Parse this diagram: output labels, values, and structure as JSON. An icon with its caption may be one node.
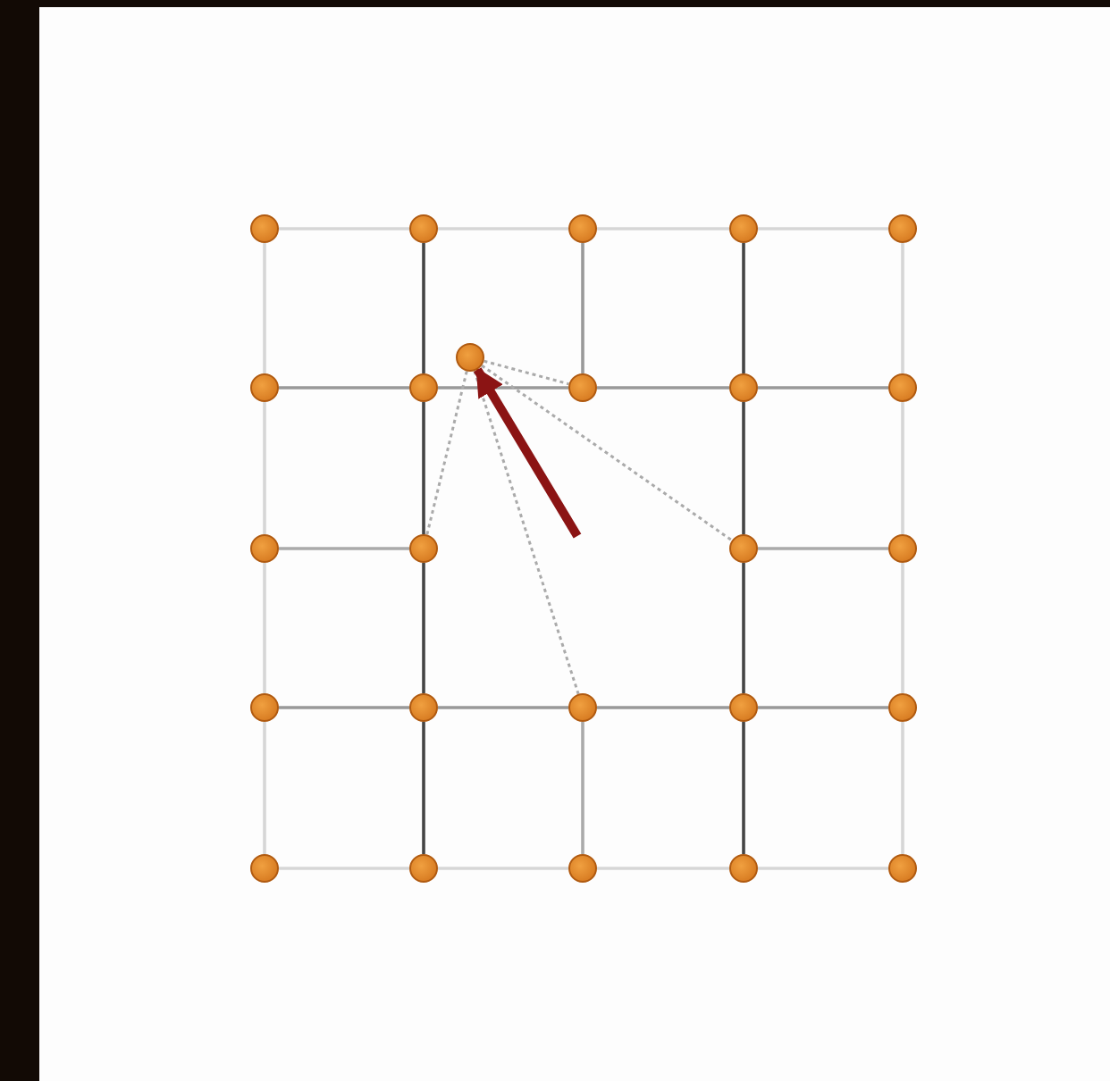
{
  "diagram": {
    "nodes": [
      {
        "text": [],
        "shape": "circle"
      },
      {
        "text": [],
        "shape": "circle"
      },
      {
        "text": [],
        "shape": "circle"
      },
      {
        "text": [],
        "shape": "circle"
      },
      {
        "text": [],
        "shape": "circle"
      },
      {
        "text": [],
        "shape": "circle"
      },
      {
        "text": [],
        "shape": "circle"
      },
      {
        "text": [],
        "shape": "circle"
      },
      {
        "text": [],
        "shape": "circle"
      },
      {
        "text": [],
        "shape": "circle"
      },
      {
        "text": [],
        "shape": "circle"
      },
      {
        "text": [],
        "shape": "circle"
      },
      {
        "text": [],
        "shape": "circle"
      },
      {
        "text": [],
        "shape": "circle"
      },
      {
        "text": [],
        "shape": "circle"
      },
      {
        "text": [],
        "shape": "circle"
      },
      {
        "text": [],
        "shape": "circle"
      },
      {
        "text": [],
        "shape": "circle"
      },
      {
        "text": [],
        "shape": "circle"
      },
      {
        "text": [],
        "shape": "circle"
      },
      {
        "text": [],
        "shape": "circle"
      },
      {
        "text": [],
        "shape": "circle"
      },
      {
        "text": [],
        "shape": "circle"
      },
      {
        "text": [],
        "shape": "circle"
      },
      {
        "text": [],
        "shape": "circle"
      }
    ],
    "edges": [
      {
        "from": 0,
        "to": 1,
        "arrow": "none"
      },
      {
        "from": 1,
        "to": 2,
        "arrow": "none"
      },
      {
        "from": 2,
        "to": 3,
        "arrow": "none"
      },
      {
        "from": 3,
        "to": 4,
        "arrow": "none"
      },
      {
        "from": 0,
        "to": 6,
        "arrow": "none"
      },
      {
        "from": 6,
        "to": 11,
        "arrow": "none"
      },
      {
        "from": 11,
        "to": 15,
        "arrow": "none"
      },
      {
        "from": 15,
        "to": 20,
        "arrow": "none"
      },
      {
        "from": 4,
        "to": 10,
        "arrow": "none"
      },
      {
        "from": 10,
        "to": 14,
        "arrow": "none"
      },
      {
        "from": 14,
        "to": 19,
        "arrow": "none"
      },
      {
        "from": 19,
        "to": 24,
        "arrow": "none"
      },
      {
        "from": 20,
        "to": 21,
        "arrow": "none"
      },
      {
        "from": 21,
        "to": 22,
        "arrow": "none"
      },
      {
        "from": 22,
        "to": 23,
        "arrow": "none"
      },
      {
        "from": 23,
        "to": 24,
        "arrow": "none"
      },
      {
        "from": 1,
        "to": 7,
        "arrow": "none",
        "color": "#444444"
      },
      {
        "from": 7,
        "to": 12,
        "arrow": "none",
        "color": "#444444"
      },
      {
        "from": 12,
        "to": 16,
        "arrow": "none",
        "color": "#444444"
      },
      {
        "from": 16,
        "to": 21,
        "arrow": "none",
        "color": "#444444"
      },
      {
        "from": 3,
        "to": 9,
        "arrow": "none",
        "color": "#444444"
      },
      {
        "from": 9,
        "to": 13,
        "arrow": "none",
        "color": "#444444"
      },
      {
        "from": 13,
        "to": 18,
        "arrow": "none",
        "color": "#444444"
      },
      {
        "from": 18,
        "to": 23,
        "arrow": "none",
        "color": "#444444"
      },
      {
        "from": 2,
        "to": 8,
        "arrow": "none",
        "color": "#999999"
      },
      {
        "from": 17,
        "to": 22,
        "arrow": "none",
        "color": "#aaaaaa"
      },
      {
        "from": 6,
        "to": 7,
        "arrow": "none",
        "color": "#999999"
      },
      {
        "from": 7,
        "to": 8,
        "arrow": "none",
        "color": "#999999"
      },
      {
        "from": 8,
        "to": 9,
        "arrow": "none",
        "color": "#999999"
      },
      {
        "from": 9,
        "to": 10,
        "arrow": "none",
        "color": "#999999"
      },
      {
        "from": 11,
        "to": 12,
        "arrow": "none",
        "color": "#aaaaaa"
      },
      {
        "from": 13,
        "to": 14,
        "arrow": "none",
        "color": "#aaaaaa"
      },
      {
        "from": 15,
        "to": 16,
        "arrow": "none",
        "color": "#999999"
      },
      {
        "from": 16,
        "to": 17,
        "arrow": "none",
        "color": "#999999"
      },
      {
        "from": 17,
        "to": 18,
        "arrow": "none",
        "color": "#999999"
      },
      {
        "from": 18,
        "to": 19,
        "arrow": "none",
        "color": "#999999"
      },
      {
        "from": 5,
        "to": 8,
        "arrow": "none",
        "style": "dashed",
        "color": "#aaaaaa"
      },
      {
        "from": 5,
        "to": 12,
        "arrow": "none",
        "style": "dashed",
        "color": "#aaaaaa"
      },
      {
        "from": 5,
        "to": 17,
        "arrow": "none",
        "style": "dashed",
        "color": "#aaaaaa"
      },
      {
        "from": 5,
        "to": 13,
        "arrow": "none",
        "style": "dashed",
        "color": "#aaaaaa"
      },
      {
        "from": null,
        "to": 5,
        "arrow": "to",
        "style": "thick",
        "color": "#8b1414"
      }
    ]
  }
}
